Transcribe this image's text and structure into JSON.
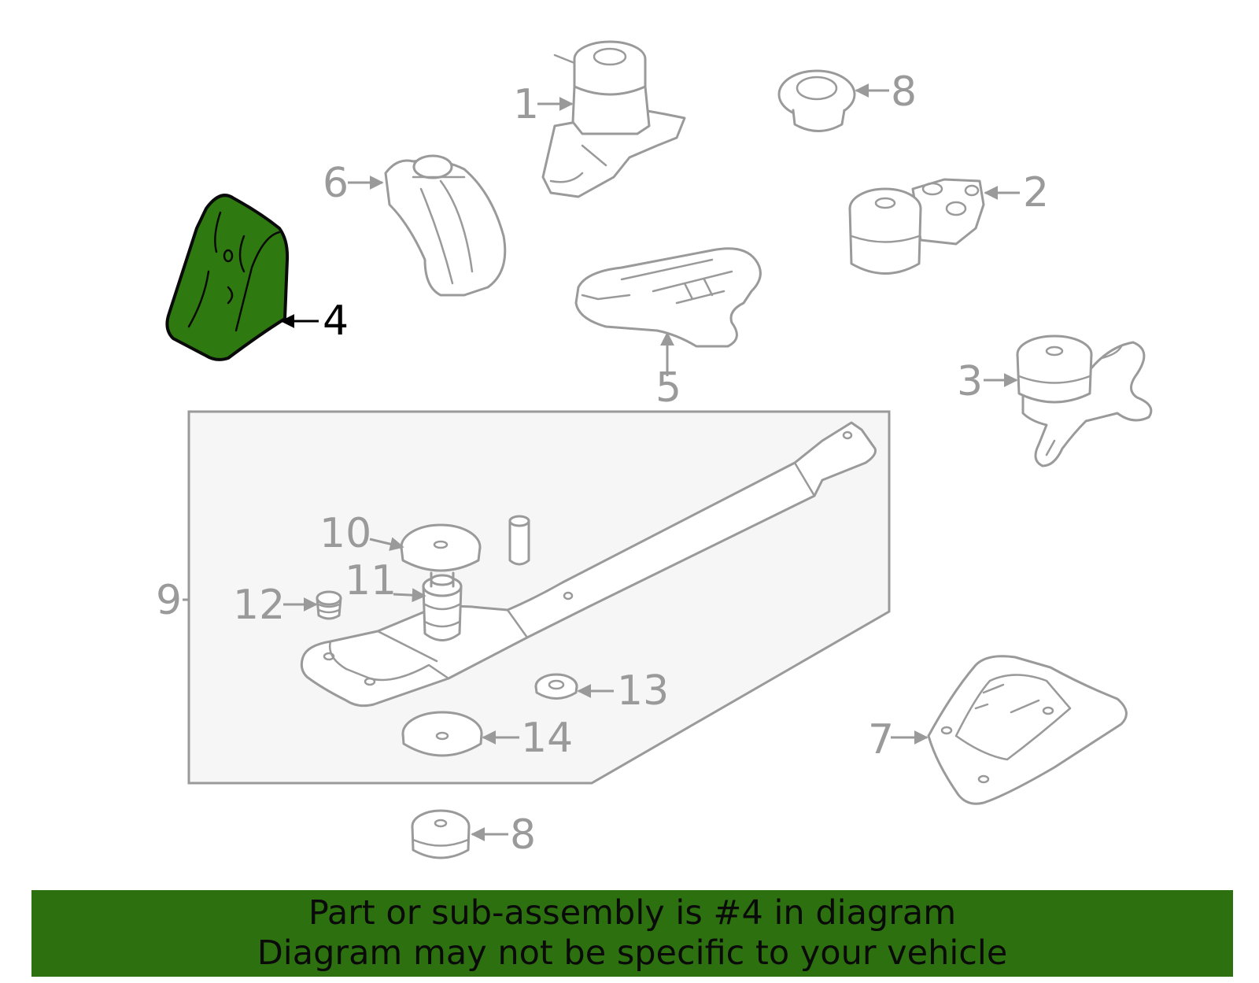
{
  "diagram": {
    "callouts": {
      "c1": "1",
      "c2": "2",
      "c3": "3",
      "c4": "4",
      "c5": "5",
      "c6": "6",
      "c7": "7",
      "c8a": "8",
      "c8b": "8",
      "c9": "9",
      "c10": "10",
      "c11": "11",
      "c12": "12",
      "c13": "13",
      "c14": "14"
    },
    "highlighted_part": "4",
    "colors": {
      "highlight": "#2d700f",
      "line": "#9a9a9a",
      "panel": "#f6f6f6"
    }
  },
  "footer": {
    "line1": "Part or sub-assembly is #4 in diagram",
    "line2": "Diagram may not be specific to your vehicle"
  }
}
